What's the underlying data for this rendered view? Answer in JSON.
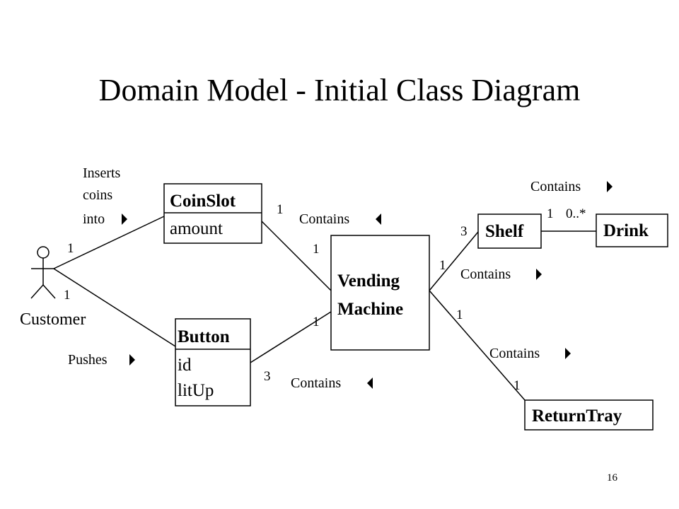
{
  "title": "Domain Model - Initial Class Diagram",
  "page_number": "16",
  "actor": {
    "name": "Customer"
  },
  "classes": {
    "coinslot": {
      "name": "CoinSlot",
      "attributes": [
        "amount"
      ]
    },
    "button": {
      "name": "Button",
      "attributes": [
        "id",
        "litUp"
      ]
    },
    "vending_machine": {
      "name_line1": "Vending",
      "name_line2": "Machine"
    },
    "shelf": {
      "name": "Shelf"
    },
    "drink": {
      "name": "Drink"
    },
    "return_tray": {
      "name": "ReturnTray"
    }
  },
  "associations": {
    "inserts": {
      "line1": "Inserts",
      "line2": "coins",
      "line3": "into"
    },
    "pushes": {
      "label": "Pushes"
    },
    "contains_coinslot": {
      "label": "Contains"
    },
    "contains_button": {
      "label": "Contains"
    },
    "contains_shelf": {
      "label": "Contains"
    },
    "contains_drink": {
      "label": "Contains"
    },
    "contains_tray": {
      "label": "Contains"
    }
  },
  "multiplicities": {
    "customer_coinslot": "1",
    "customer_button": "1",
    "coinslot_vm": "1",
    "vm_coinslot": "1",
    "vm_button": "1",
    "button_vm": "3",
    "vm_shelf": "1",
    "shelf_vm": "3",
    "shelf_drink": "1",
    "drink_shelf": "0..*",
    "vm_tray": "1",
    "tray_vm": "1"
  }
}
